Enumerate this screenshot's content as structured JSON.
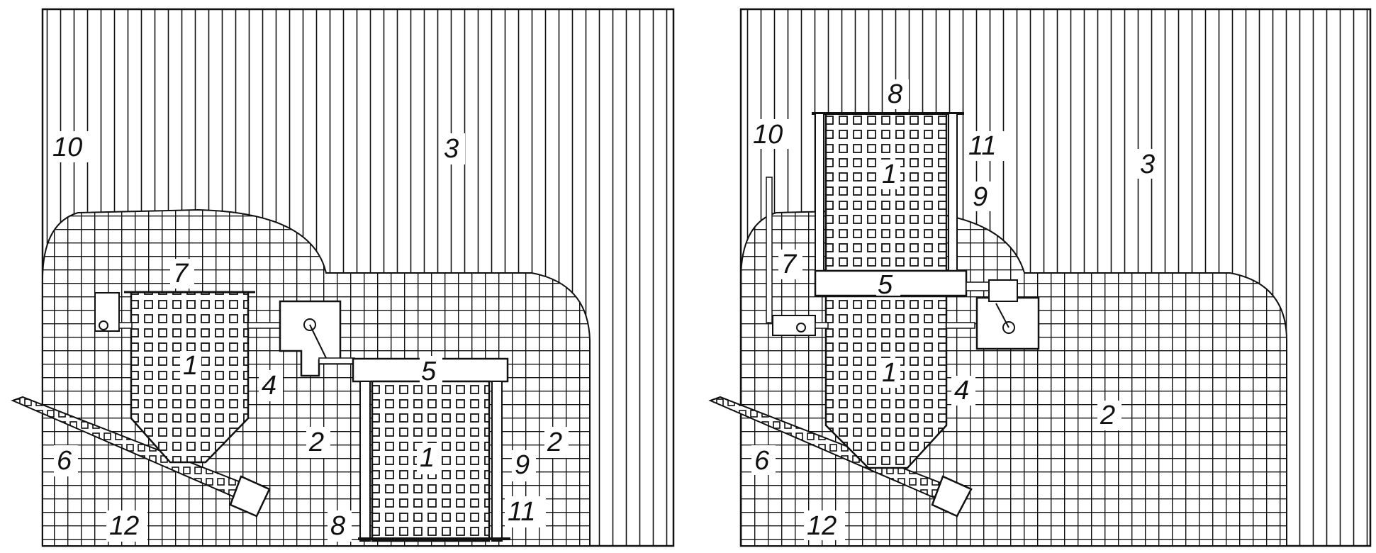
{
  "diagram": {
    "colors": {
      "ink": "#111111",
      "paper": "#ffffff"
    },
    "panels": [
      {
        "id": "left",
        "labels": {
          "l1_upper": "1",
          "l1_lower": "1",
          "l2_center": "2",
          "l2_right": "2",
          "l3": "3",
          "l4": "4",
          "l5": "5",
          "l6": "6",
          "l7": "7",
          "l8": "8",
          "l9": "9",
          "l10": "10",
          "l11": "11",
          "l12": "12"
        }
      },
      {
        "id": "right",
        "labels": {
          "l1_upper": "1",
          "l1_lower": "1",
          "l2": "2",
          "l3": "3",
          "l4": "4",
          "l5": "5",
          "l6": "6",
          "l7": "7",
          "l8": "8",
          "l9": "9",
          "l10": "10",
          "l11": "11",
          "l12": "12"
        }
      }
    ]
  }
}
